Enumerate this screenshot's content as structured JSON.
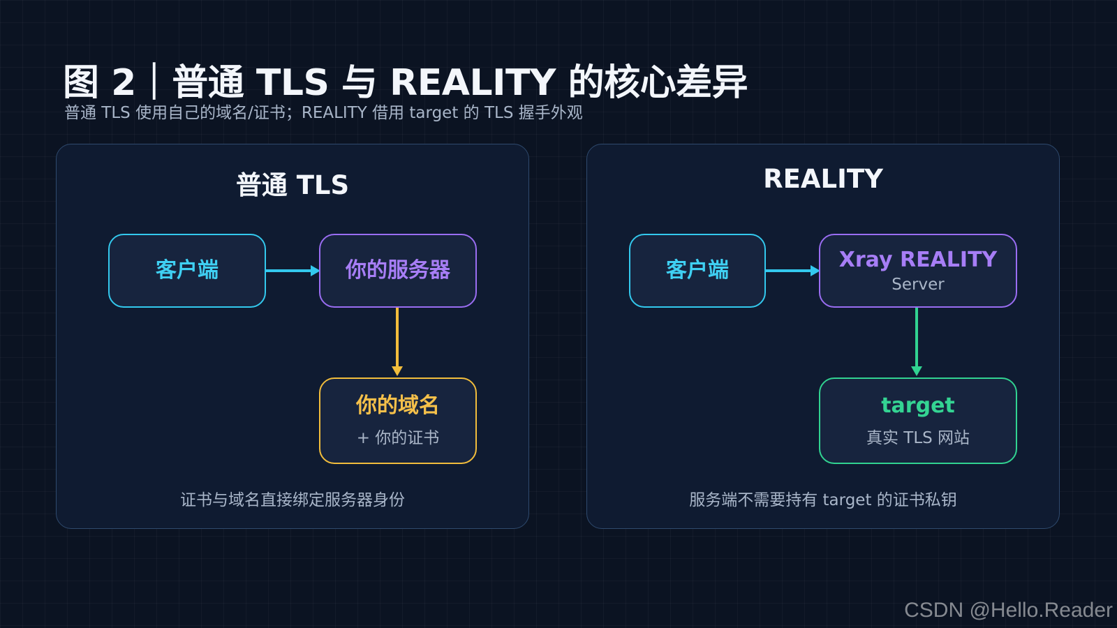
{
  "header": {
    "title": "图 2｜普通 TLS 与 REALITY 的核心差异",
    "subtitle": "普通 TLS 使用自己的域名/证书；REALITY 借用 target 的 TLS 握手外观"
  },
  "left_panel": {
    "title": "普通 TLS",
    "client": {
      "label": "客户端"
    },
    "server": {
      "label": "你的服务器"
    },
    "domain": {
      "label": "你的域名",
      "sub": "+ 你的证书"
    },
    "note": "证书与域名直接绑定服务器身份"
  },
  "right_panel": {
    "title": "REALITY",
    "client": {
      "label": "客户端"
    },
    "server": {
      "label": "Xray REALITY",
      "sub": "Server"
    },
    "target": {
      "label": "target",
      "sub": "真实 TLS 网站"
    },
    "note": "服务端不需要持有 target 的证书私钥"
  },
  "colors": {
    "client": "#33c9ee",
    "server": "#9a6df2",
    "domain": "#f2bd3c",
    "target": "#31d391"
  },
  "watermark": "CSDN @Hello.Reader"
}
